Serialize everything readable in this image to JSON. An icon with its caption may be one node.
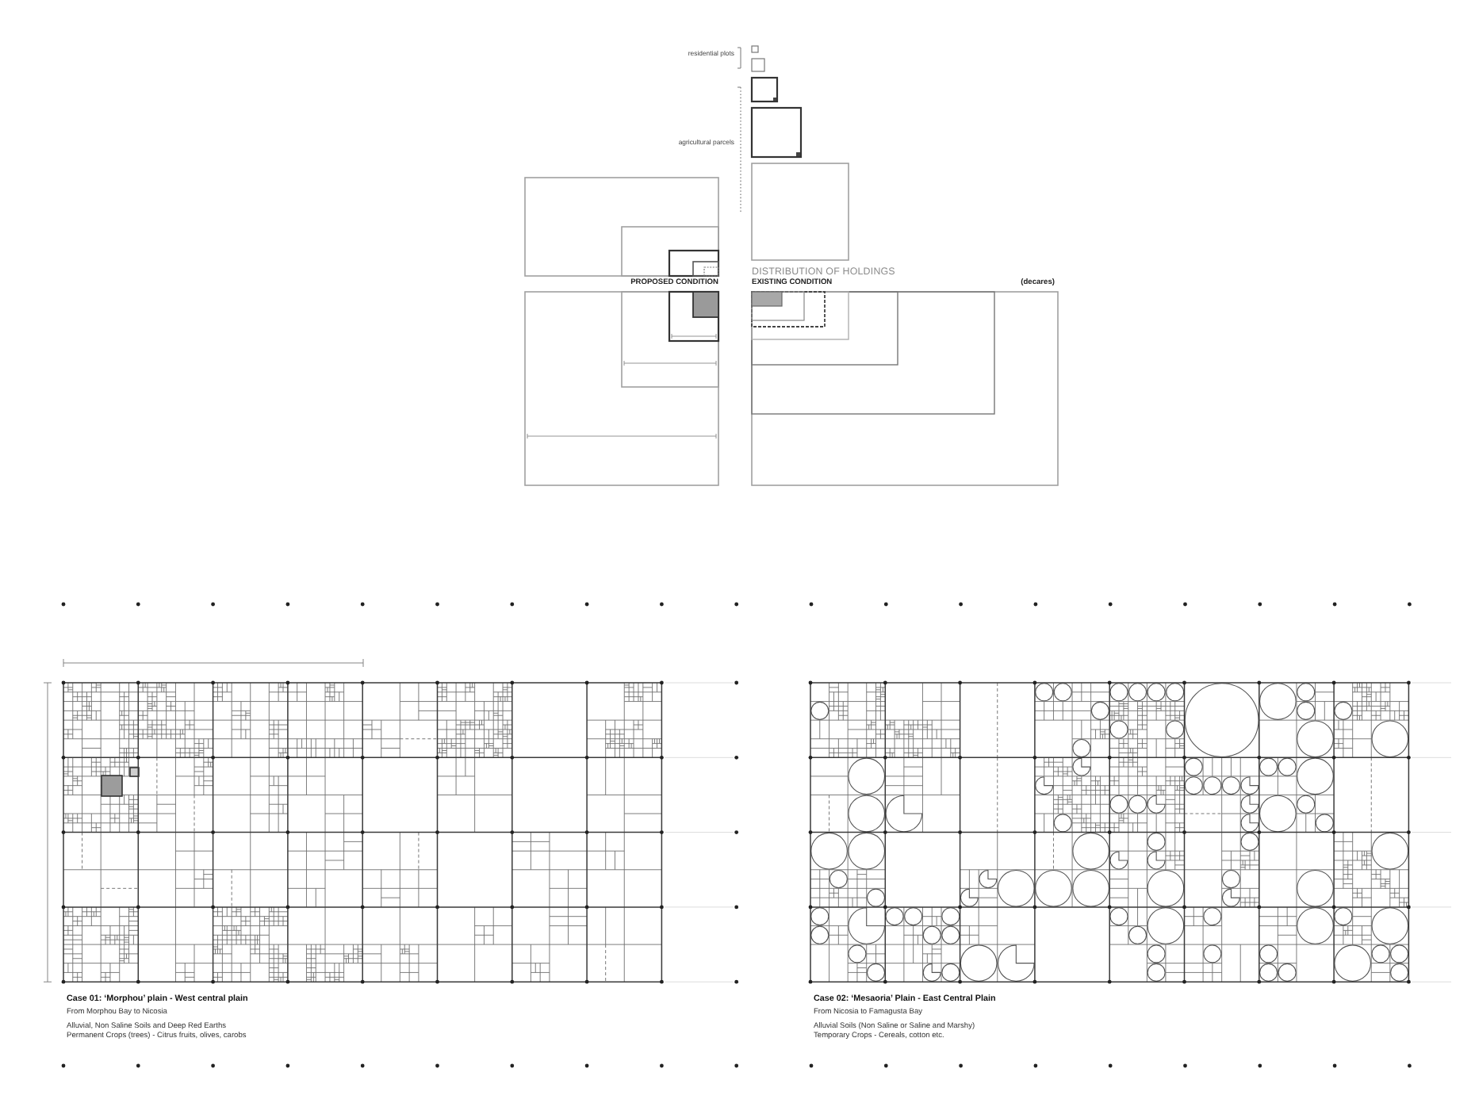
{
  "diagram": {
    "title": "DISTRIBUTION OF HOLDINGS",
    "labels": [
      "residential plots",
      "agricultural parcels",
      "PROPOSED CONDITION",
      "EXISTING CONDITION",
      "(decares)",
      "Case 01: ‘Morphou’ plain - West central plain",
      "From Morphou Bay to Nicosia",
      "Alluvial, Non Saline Soils and Deep Red Earths",
      "Permanent Crops (trees) - Citrus fruits, olives, carobs",
      "Case 02: ‘Mesaoria’ Plain - East Central Plain",
      "From Nicosia to Famagusta Bay",
      "Alluvial Soils (Non Saline or Saline and Marshy)",
      "Temporary Crops - Cereals, cotton etc."
    ]
  }
}
